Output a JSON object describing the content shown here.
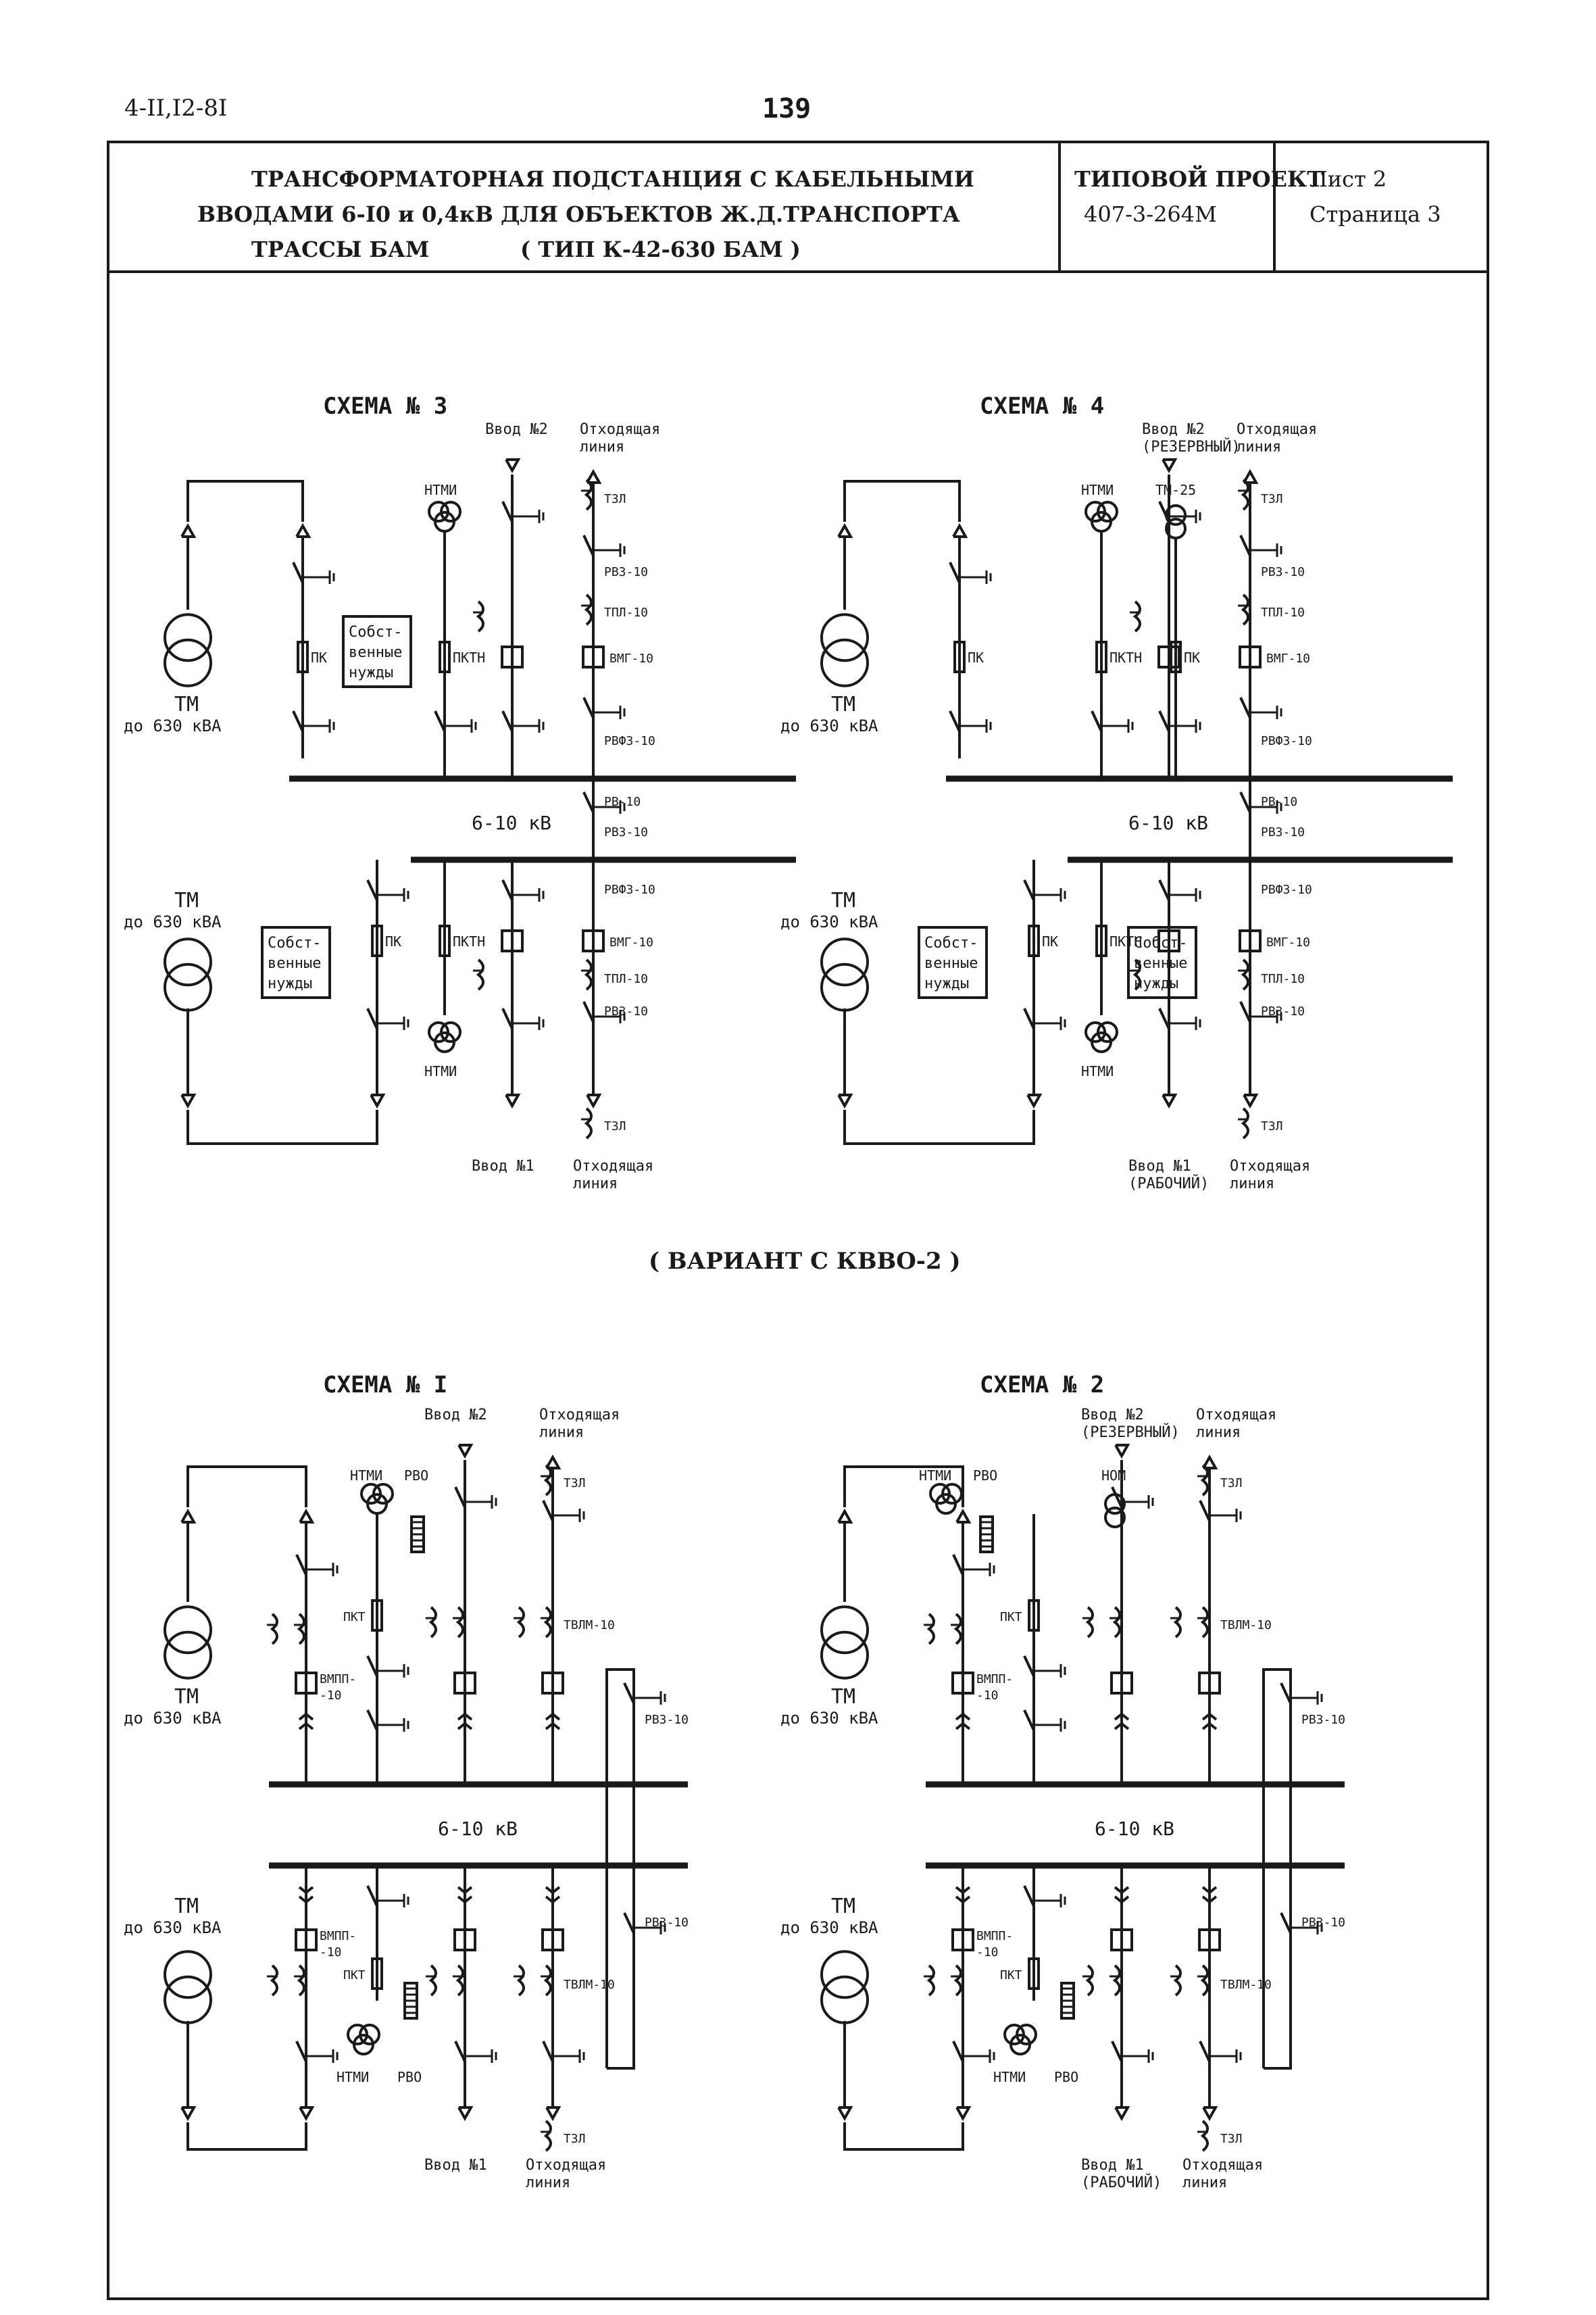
{
  "doc": {
    "doc_code": "4-II,I2-8I",
    "page_number": "139",
    "title_lines": [
      "ТРАНСФОРМАТОРНАЯ ПОДСТАНЦИЯ С КАБЕЛЬНЫМИ",
      "ВВОДАМИ 6-I0 и 0,4кВ ДЛЯ ОБЪЕКТОВ Ж.Д.ТРАНСПОРТА",
      "ТРАССЫ БАМ"
    ],
    "type_line": "( ТИП К-42-630 БАМ )",
    "project_label": "ТИПОВОЙ ПРОЕКТ",
    "project_number": "407-3-264М",
    "sheet": "Лист 2",
    "page": "Страница 3",
    "variant_caption": "( ВАРИАНТ С КВВО-2 )"
  },
  "schemes": [
    {
      "id": "3",
      "title": "СХЕМА № 3",
      "tr_top": "ТМ",
      "tr_top_rating": "до 630 кВА",
      "tr_bot": "ТМ",
      "tr_bot_rating": "до 630 кВА",
      "voltage": "6-10 кВ",
      "aux_top": [
        "Собст-",
        "венные",
        "нужды"
      ],
      "aux_bot": [
        "Собст-",
        "венные",
        "нужды"
      ],
      "input_top": [
        "Ввод №2"
      ],
      "input_bot": [
        "Ввод №1"
      ],
      "out_top": [
        "Отходящая",
        "линия"
      ],
      "out_bot": [
        "Отходящая",
        "линия"
      ],
      "labels": {
        "ntmi": "НТМИ",
        "pktn": "ПКТН",
        "pk": "ПК",
        "t3l": "Т3Л",
        "rvz": "РВЗ-10",
        "tpl": "ТПЛ-10",
        "vmg": "ВМГ-10",
        "rvfz": "РВФЗ-10",
        "rv": "РВ-10"
      }
    },
    {
      "id": "4",
      "title": "СХЕМА № 4",
      "tr_top": "ТМ",
      "tr_top_rating": "до 630 кВА",
      "tr_bot": "ТМ",
      "tr_bot_rating": "до 630 кВА",
      "voltage": "6-10 кВ",
      "aux_bot_left": [
        "Собст-",
        "венные",
        "нужды"
      ],
      "aux_bot_right": [
        "Собст-",
        "венные",
        "нужды"
      ],
      "input_top": [
        "Ввод №2",
        "(РЕЗЕРВНЫЙ)"
      ],
      "input_bot": [
        "Ввод №1",
        "(РАБОЧИЙ)"
      ],
      "out_top": [
        "Отходящая",
        "линия"
      ],
      "out_bot": [
        "Отходящая",
        "линия"
      ],
      "labels": {
        "ntmi": "НТМИ",
        "pktn": "ПКТН",
        "pk": "ПК",
        "tm25": "ТМ-25",
        "t3l": "Т3Л",
        "rvz": "РВЗ-10",
        "tpl": "ТПЛ-10",
        "vmg": "ВМГ-10",
        "rvfz": "РВФЗ-10",
        "rv": "РВ-10"
      }
    },
    {
      "id": "1",
      "title": "СХЕМА № I",
      "tr_top": "ТМ",
      "tr_top_rating": "до 630 кВА",
      "tr_bot": "ТМ",
      "tr_bot_rating": "до 630 кВА",
      "voltage": "6-10 кВ",
      "input_top": [
        "Ввод №2"
      ],
      "input_bot": [
        "Ввод №1"
      ],
      "out_top": [
        "Отходящая",
        "линия"
      ],
      "out_bot": [
        "Отходящая",
        "линия"
      ],
      "labels": {
        "ntmi": "НТМИ",
        "rvo": "РВО",
        "pkt": "ПКТ",
        "vmpp": "ВМПП-",
        "vmpp2": "-10",
        "t3l": "Т3Л",
        "tvlm": "ТВЛМ-10",
        "rvz": "РВЗ-10"
      }
    },
    {
      "id": "2",
      "title": "СХЕМА № 2",
      "tr_top": "ТМ",
      "tr_top_rating": "до 630 кВА",
      "tr_bot": "ТМ",
      "tr_bot_rating": "до 630 кВА",
      "voltage": "6-10 кВ",
      "input_top": [
        "Ввод №2",
        "(РЕЗЕРВНЫЙ)"
      ],
      "input_bot": [
        "Ввод №1",
        "(РАБОЧИЙ)"
      ],
      "out_top": [
        "Отходящая",
        "линия"
      ],
      "out_bot": [
        "Отходящая",
        "линия"
      ],
      "labels": {
        "ntmi": "НТМИ",
        "rvo": "РВО",
        "nom": "НОМ",
        "pkt": "ПКТ",
        "vmpp": "ВМПП-",
        "vmpp2": "-10",
        "t3l": "Т3Л",
        "tvlm": "ТВЛМ-10",
        "rvz": "РВЗ-10"
      }
    }
  ]
}
